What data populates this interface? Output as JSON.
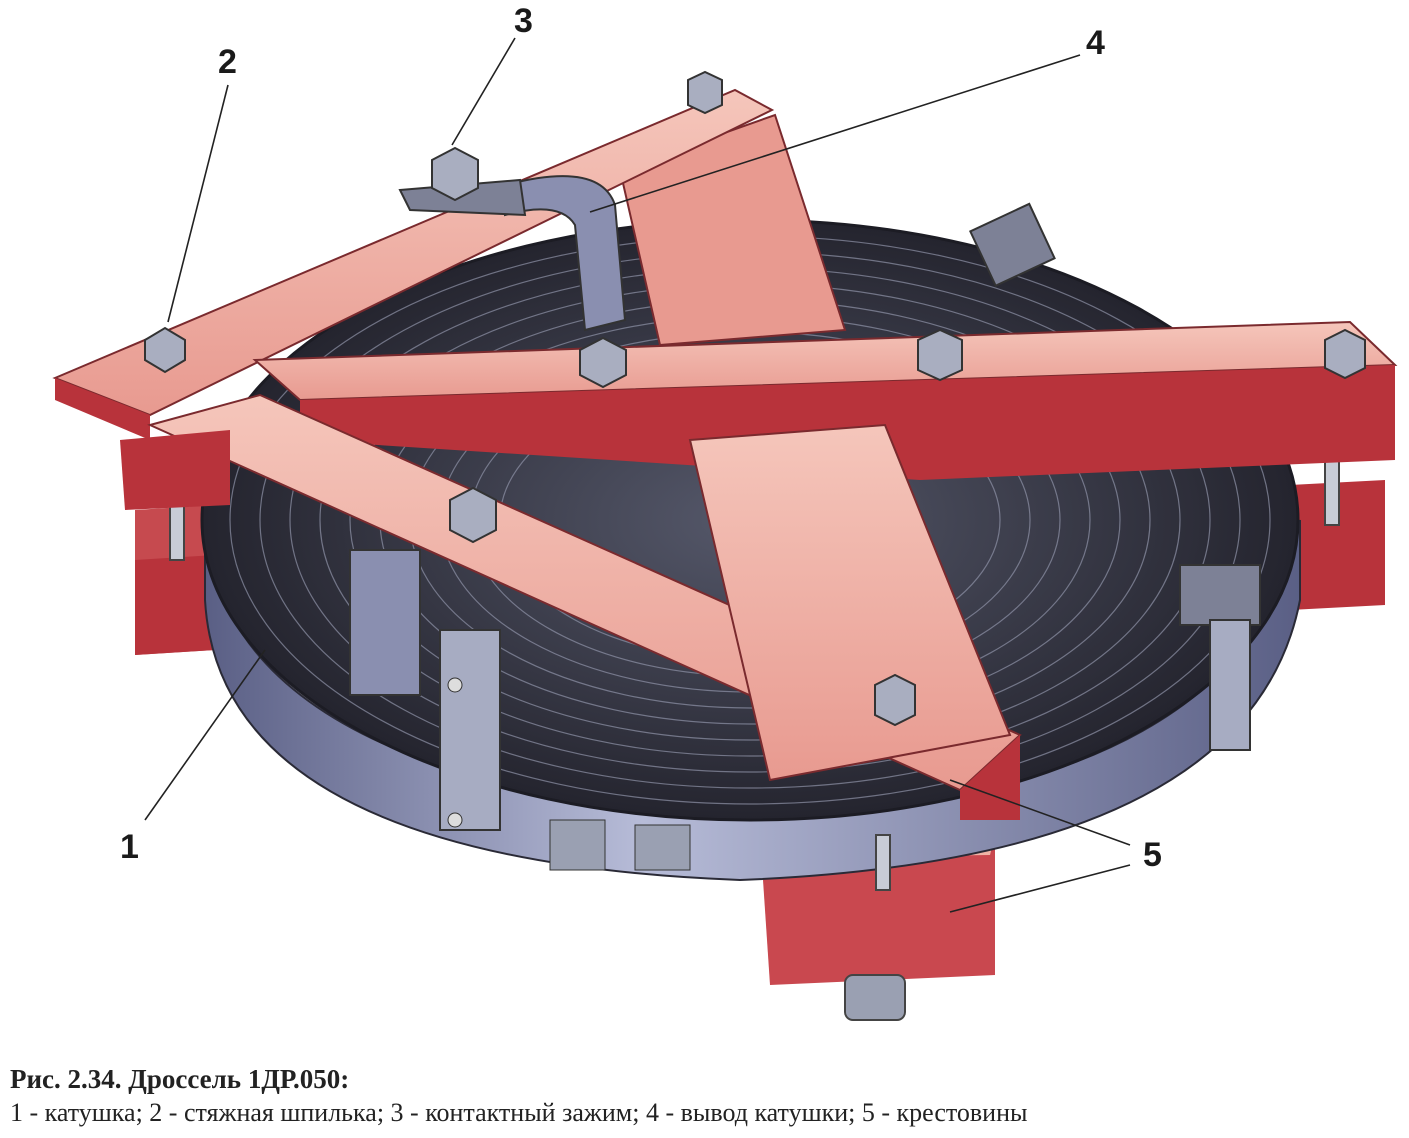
{
  "callouts": [
    {
      "id": "1",
      "label": "1"
    },
    {
      "id": "2",
      "label": "2"
    },
    {
      "id": "3",
      "label": "3"
    },
    {
      "id": "4",
      "label": "4"
    },
    {
      "id": "5",
      "label": "5"
    }
  ],
  "caption": {
    "title": "Рис. 2.34. Дроссель 1ДР.050:",
    "legend": "1 - катушка; 2 - стяжная шпилька; 3 - контактный зажим; 4 - вывод катушки; 5 - крестовины"
  },
  "colors": {
    "bar_face": "#f0b3a6",
    "bar_side": "#b8333b",
    "coil_dark": "#30303c",
    "coil_band": "#8a8fb0",
    "metal": "#9aa0b2"
  }
}
